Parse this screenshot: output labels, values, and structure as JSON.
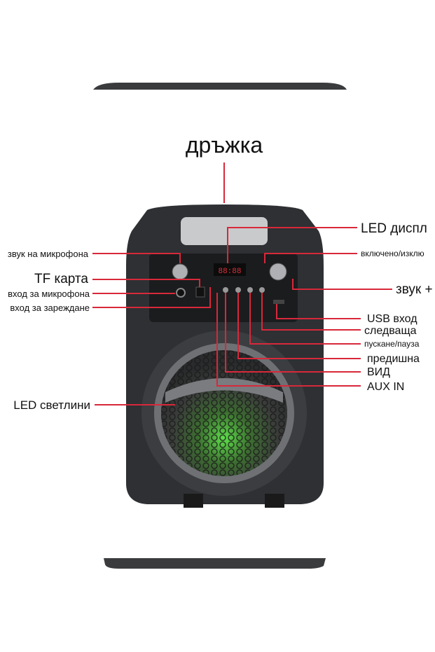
{
  "labels": {
    "handle": "дръжка",
    "mic_volume": "звук на микрофона",
    "tf_card": "TF карта",
    "mic_input": "вход за микрофона",
    "charging_input": "вход за зареждане",
    "led_lights": "LED светлини",
    "led_display": "LED диспл",
    "power": "включено/изклю",
    "volume": "звук +",
    "usb_input": "USB вход",
    "next": "следваща",
    "play_pause": "пускане/пауза",
    "previous": "предишна",
    "mode": "ВИД",
    "aux_in": "AUX IN"
  },
  "display_readout": "88:88",
  "colors": {
    "callout_line": "#d8283a",
    "speaker_body": "#2e3033",
    "led_glow": "#5ee04a"
  }
}
